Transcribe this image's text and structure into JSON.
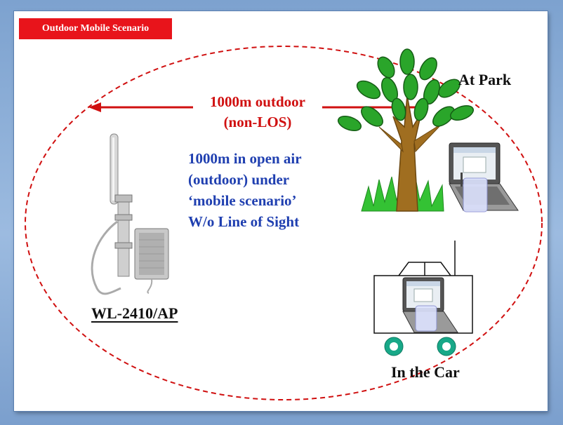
{
  "slide": {
    "title_tag": "Outdoor Mobile Scenario",
    "range_label": [
      "1000m outdoor",
      "(non-LOS)"
    ],
    "description": [
      "1000m in open air",
      "(outdoor) under",
      "‘mobile scenario’",
      "W/o Line of Sight"
    ],
    "device_label": "WL-2410/AP",
    "park_label": "At Park",
    "car_label": "In the Car"
  },
  "icons": {
    "antenna": "outdoor-antenna-access-point-icon",
    "tree": "tree-icon",
    "laptop_park": "laptop-icon",
    "car": "car-outline-icon",
    "laptop_car": "laptop-icon"
  },
  "colors": {
    "title_bg": "#e8141b",
    "arrow": "#d01010",
    "ellipse": "#d01010",
    "description_text": "#1f3fb0",
    "leaf": "#2aa52a",
    "trunk": "#9a6a1a",
    "car_wheel": "#18a888"
  }
}
